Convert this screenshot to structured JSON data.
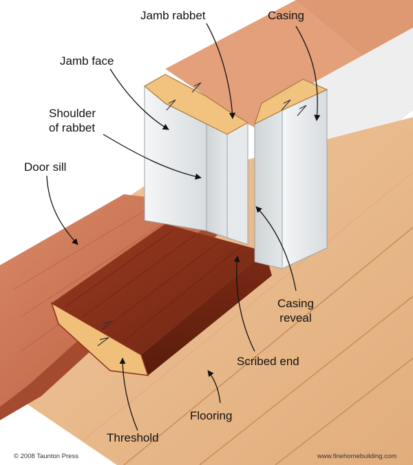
{
  "labels": {
    "jamb_rabbet": "Jamb rabbet",
    "casing": "Casing",
    "jamb_face": "Jamb face",
    "shoulder_of_rabbet": [
      "Shoulder",
      "of rabbet"
    ],
    "door_sill": "Door sill",
    "casing_reveal": [
      "Casing",
      "reveal"
    ],
    "scribed_end": "Scribed end",
    "flooring": "Flooring",
    "threshold": "Threshold"
  },
  "footer": {
    "copyright": "© 2008 Taunton Press",
    "website": "www.finehomebuilding.com"
  },
  "colors": {
    "text": "#111111",
    "leader": "#111111",
    "sill_wood": "#c9704f",
    "flooring_wood": "#e8b98c",
    "threshold_wood": "#8a2f1a",
    "end_grain": "#f0c07a",
    "casing_white": "#e9ecee",
    "wall": "#f3f3f3"
  }
}
